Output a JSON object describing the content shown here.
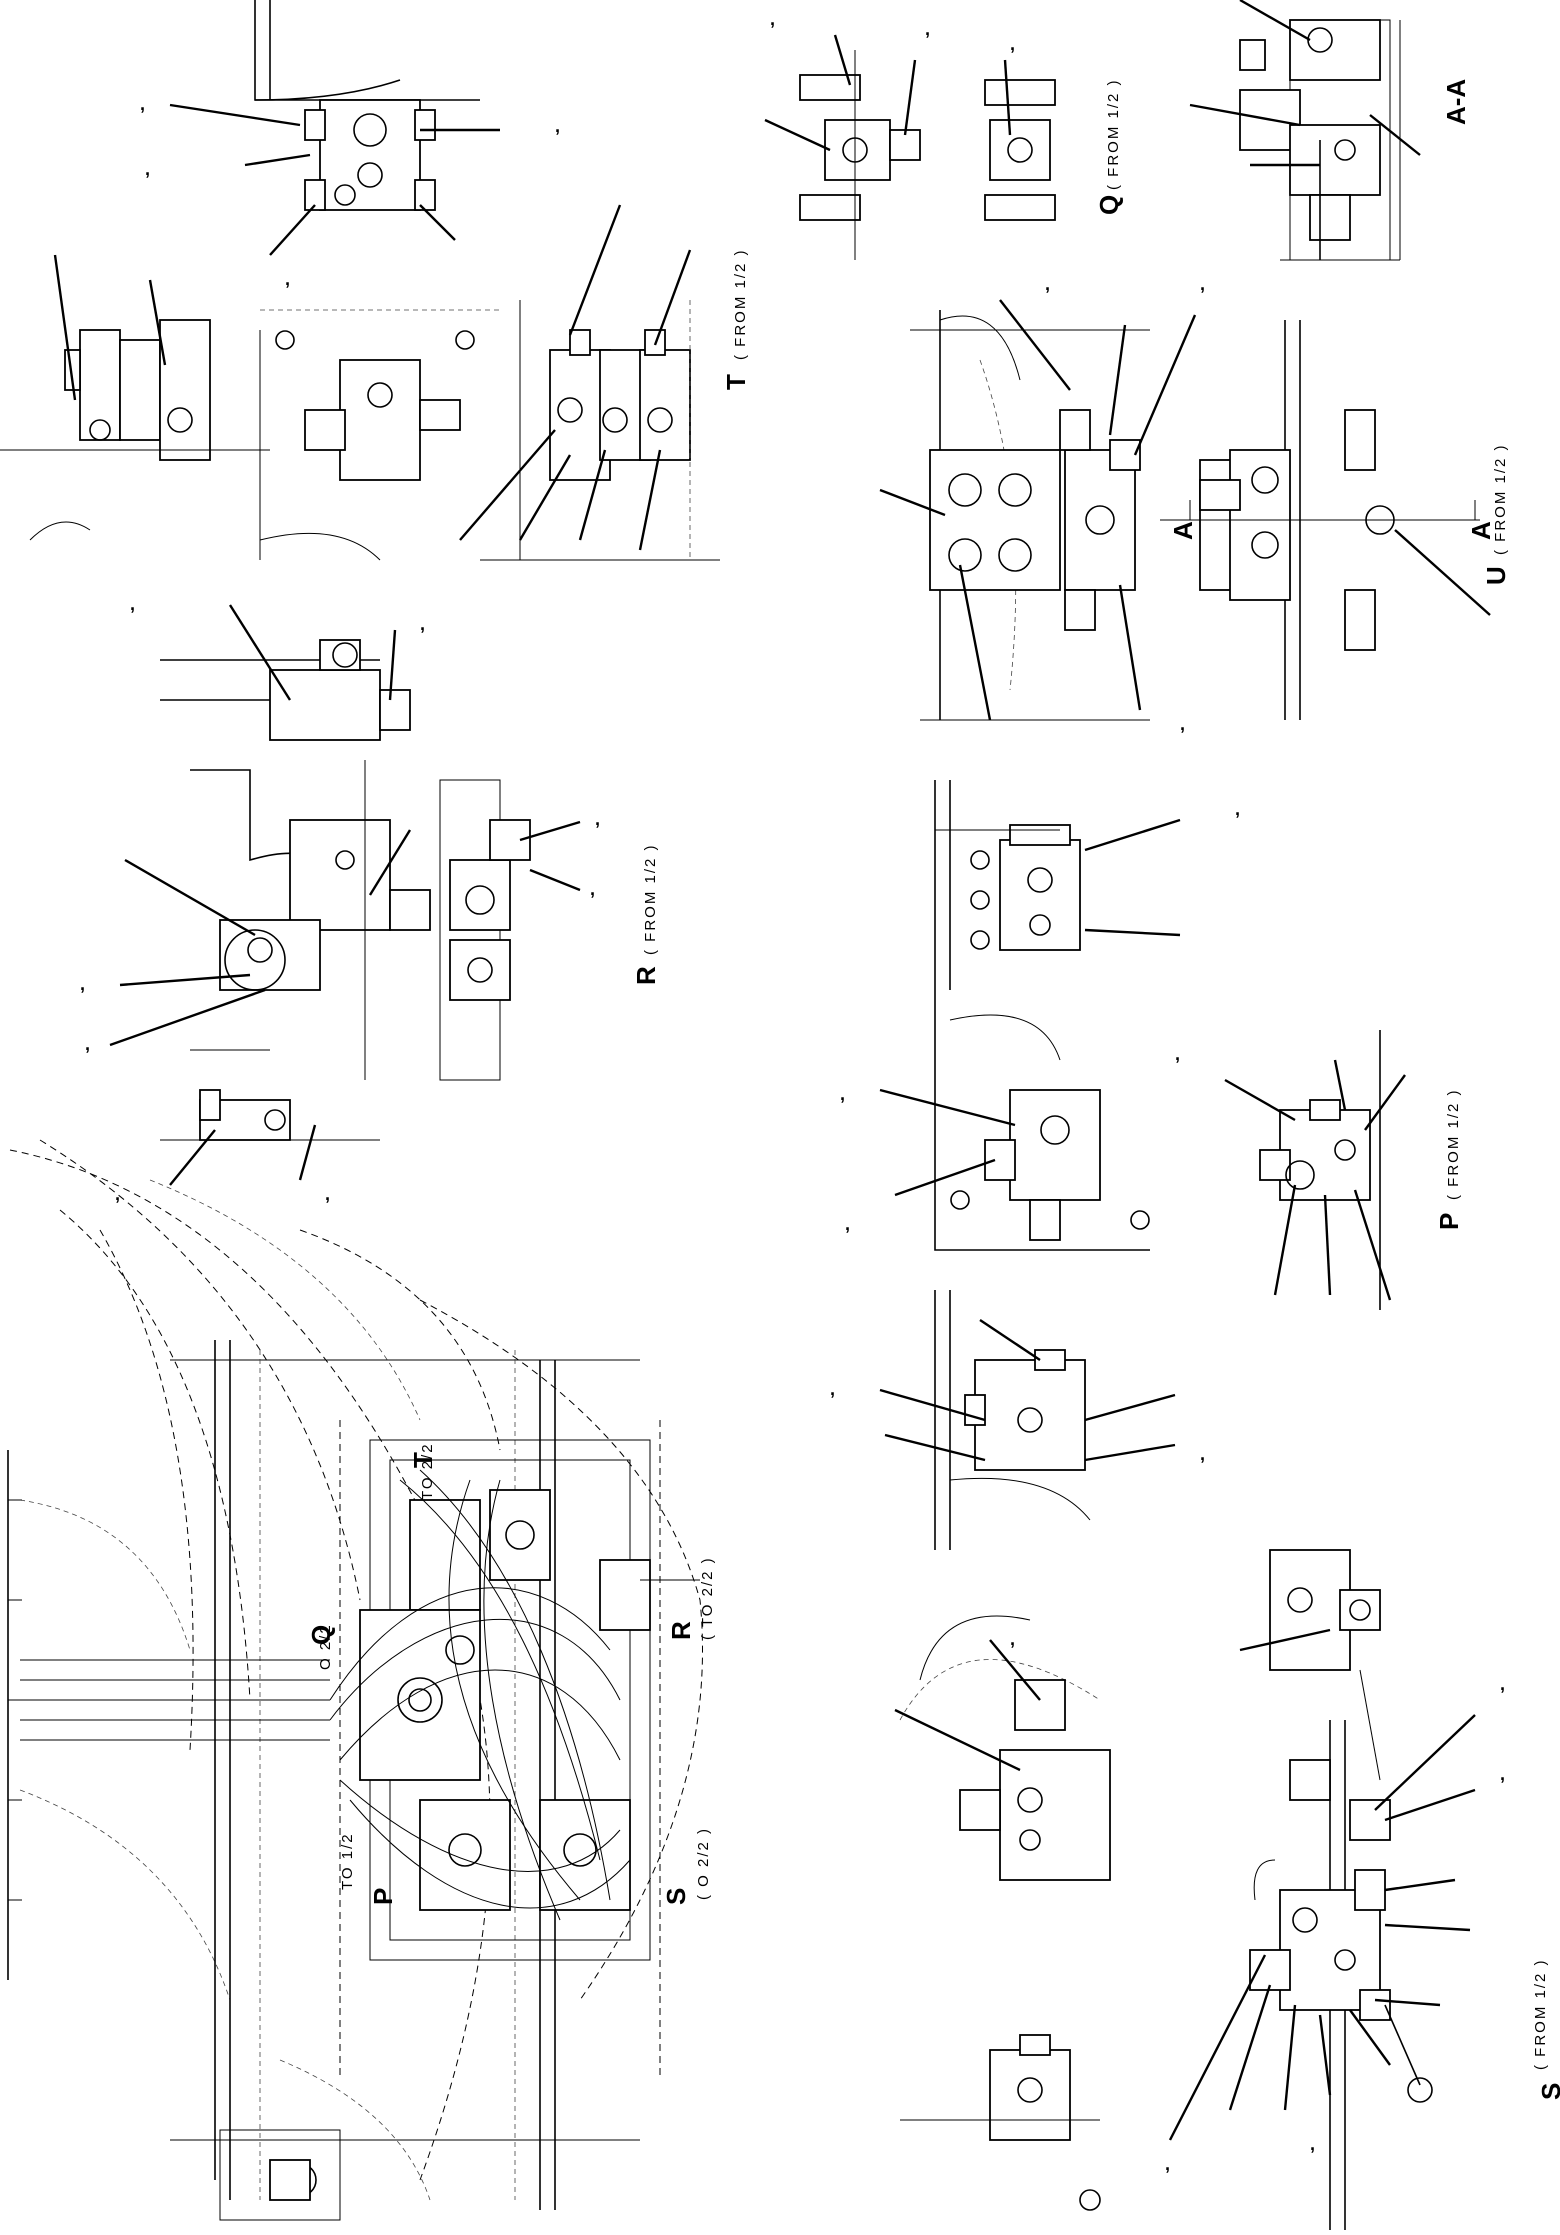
{
  "views": {
    "P": {
      "letter": "P",
      "note": "( FROM 1/2 )"
    },
    "Q": {
      "letter": "Q",
      "note": "( FROM 1/2 )"
    },
    "R": {
      "letter": "R",
      "note": "( FROM 1/2 )"
    },
    "S": {
      "letter": "S",
      "note": "( FROM 1/2 )"
    },
    "T": {
      "letter": "T",
      "note": "( FROM 1/2 )"
    },
    "U": {
      "letter": "U",
      "note": "( FROM 1/2 )"
    },
    "AA": {
      "letter": "A-A"
    }
  },
  "main_view": {
    "letters": {
      "P": "P",
      "Q": "Q",
      "R": "R",
      "S": "S",
      "T": "T"
    },
    "refs": {
      "to_p": "TO 1/2",
      "to_t": "TO 2/2",
      "to_q": "O 2/2",
      "to_r": "( TO 2/2 )",
      "to_s": "( O 2/2 )"
    }
  },
  "section_marks": {
    "a_top": "A",
    "a_bottom": "A"
  },
  "callout_tick": ","
}
